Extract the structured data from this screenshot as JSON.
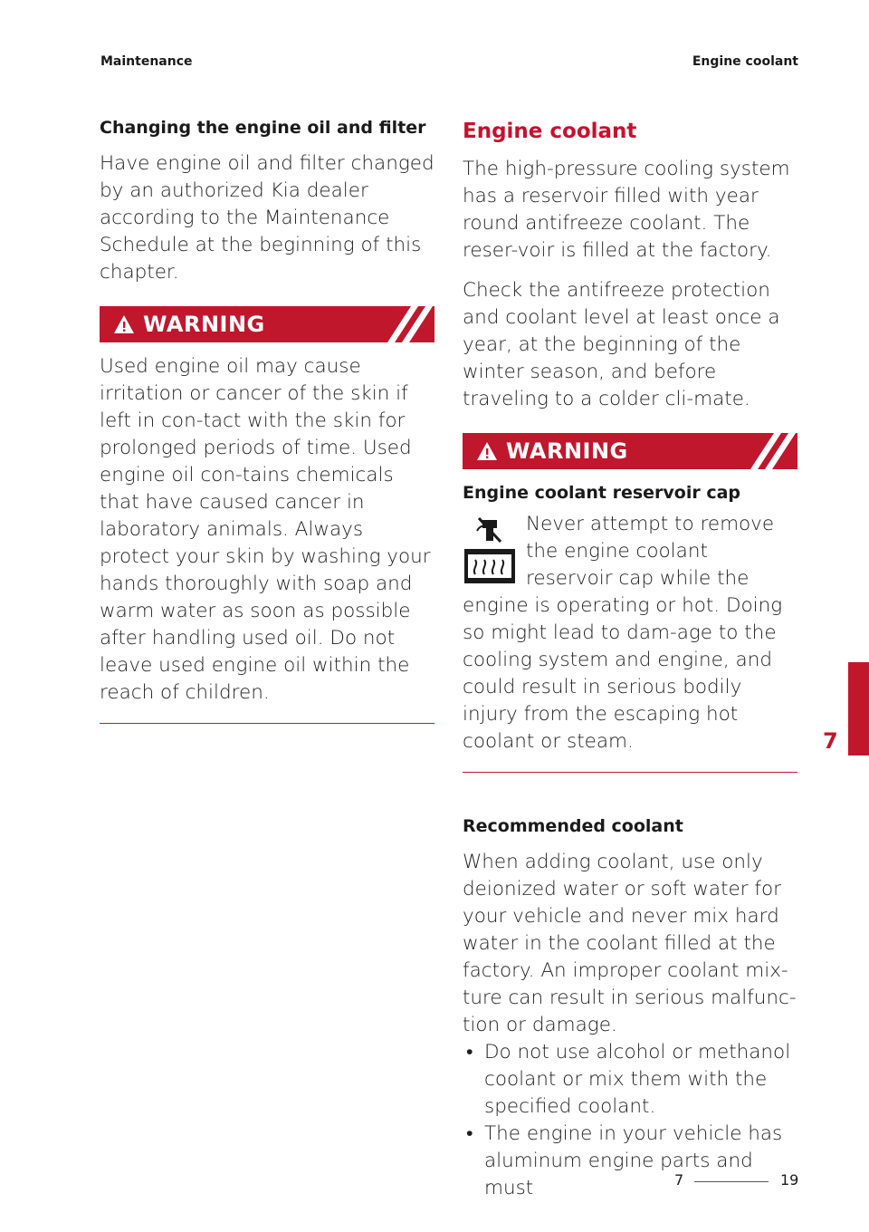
{
  "header": {
    "left": "Maintenance",
    "right": "Engine coolant"
  },
  "left": {
    "subheading": "Changing the engine oil and filter",
    "para": "Have engine oil and filter changed by an authorized Kia dealer according to the Maintenance Schedule at the beginning of this chapter.",
    "warning_label": "WARNING",
    "warning_text": "Used engine oil may cause irritation or cancer of the skin if left in con-tact with the skin for prolonged periods of time. Used engine oil con-tains chemicals that have caused cancer in laboratory animals. Always protect your skin by washing your hands thoroughly with soap and warm water as soon as possible after handling used oil. Do not leave used engine oil within the reach of children."
  },
  "right": {
    "title": "Engine coolant",
    "para1": "The high-pressure cooling system has a reservoir filled with year round antifreeze coolant. The reser-voir is filled at the factory.",
    "para2": "Check the antifreeze protection and coolant level at least once a year, at the beginning of the winter season, and before traveling to a colder cli-mate.",
    "warning_label": "WARNING",
    "warning_subheading": "Engine coolant reservoir cap",
    "warning_text": "Never attempt to remove the engine coolant reservoir cap while the engine is operating or hot. Doing so might lead to dam-age to the cooling system and engine, and could result in serious bodily injury from the escaping hot coolant or steam.",
    "rec_heading": "Recommended coolant",
    "rec_para": "When adding coolant, use only deionized water or soft water for your vehicle and never mix hard water in the coolant filled at the factory. An improper coolant mix-ture can result in serious malfunc-tion or damage.",
    "bullets": [
      "Do not use alcohol or methanol coolant or mix them with the specified coolant.",
      "The engine in your vehicle has aluminum engine parts and must"
    ]
  },
  "side_tab": {
    "number": "7"
  },
  "footer": {
    "chapter": "7",
    "page": "19"
  },
  "colors": {
    "accent": "#c0172d",
    "title": "#c8102e"
  }
}
